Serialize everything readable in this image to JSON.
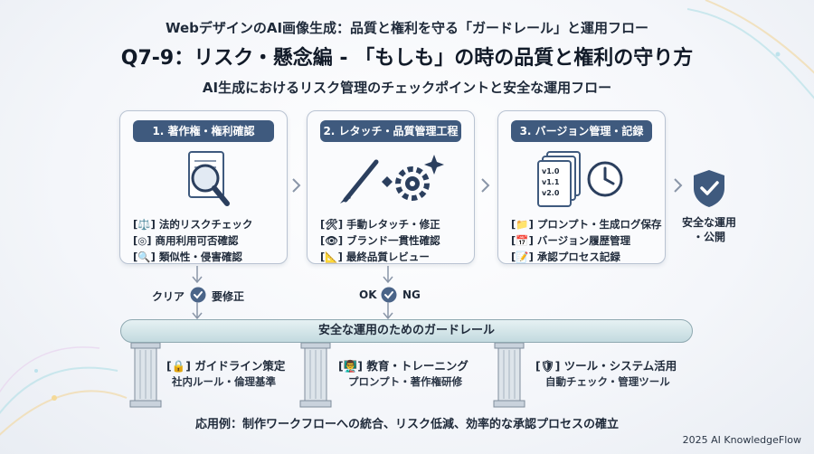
{
  "header": {
    "line1": "WebデザインのAI画像生成：品質と権利を守る「ガードレール」と運用フロー",
    "title": "Q7-9：リスク・懸念編 - 「もしも」の時の品質と権利の守り方",
    "subtitle": "AI生成におけるリスク管理のチェックポイントと安全な運用フロー"
  },
  "steps": [
    {
      "title": "1. 著作権・権利確認",
      "icon": "magnifier-document-icon",
      "items": [
        "[⚖️] 法的リスクチェック",
        "[◎] 商用利用可否確認",
        "[🔍] 類似性・侵害確認"
      ]
    },
    {
      "title": "2. レタッチ・品質管理工程",
      "icon": "brush-gear-icon",
      "items": [
        "[🛠] 手動レタッチ・修正",
        "[👁] ブランド一貫性確認",
        "[📐] 最終品質レビュー"
      ]
    },
    {
      "title": "3. バージョン管理・記録",
      "icon": "versions-clock-icon",
      "version_labels": [
        "v1.0",
        "v1.1",
        "v2.0"
      ],
      "items": [
        "[📁] プロンプト・生成ログ保存",
        "[📅] バージョン履歴管理",
        "[📝] 承認プロセス記録"
      ]
    }
  ],
  "final": {
    "label_line1": "安全な運用",
    "label_line2": "・公開",
    "icon": "shield-check-icon"
  },
  "decisions": {
    "step1": {
      "pass": "クリア",
      "fail": "要修正"
    },
    "step2": {
      "pass": "OK",
      "fail": "NG"
    }
  },
  "guardrail": {
    "title": "安全な運用のためのガードレール",
    "pillars": [
      {
        "title": "[🔒] ガイドライン策定",
        "sub": "社内ルール・倫理基準"
      },
      {
        "title": "[👨‍🏫] 教育・トレーニング",
        "sub": "プロンプト・著作権研修"
      },
      {
        "title": "[🛡] ツール・システム活用",
        "sub": "自動チェック・管理ツール"
      }
    ]
  },
  "application": "応用例：制作ワークフローへの統合、リスク低減、効率的な承認プロセスの確立",
  "footer": "2025 AI KnowledgeFlow",
  "colors": {
    "header_bar": "#3f5a7e",
    "accent": "#4a6488",
    "guardrail": "#c3dadf"
  }
}
